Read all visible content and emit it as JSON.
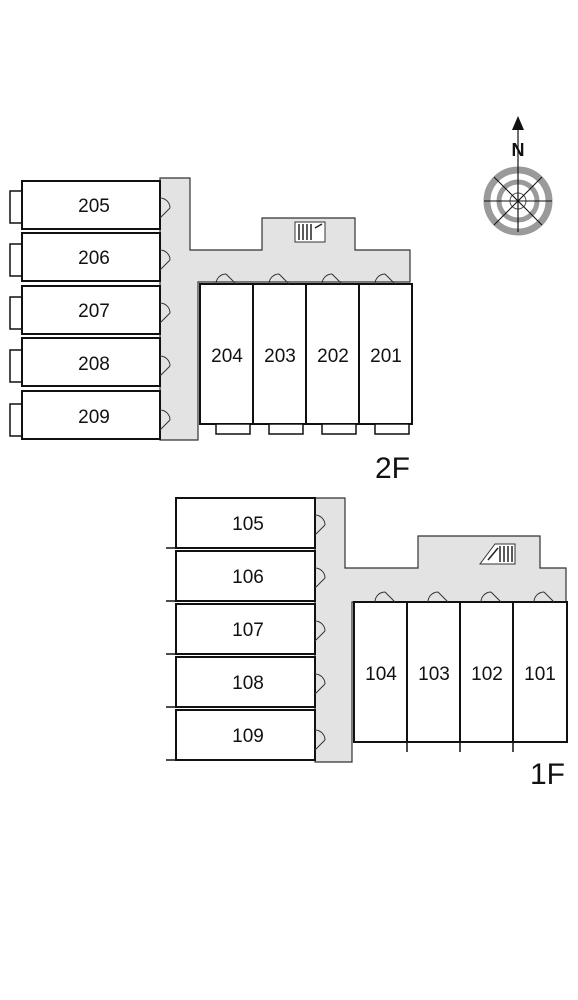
{
  "floors": [
    {
      "label": "2F",
      "west_units": [
        "205",
        "206",
        "207",
        "208",
        "209"
      ],
      "east_units": [
        "204",
        "203",
        "202",
        "201"
      ]
    },
    {
      "label": "1F",
      "west_units": [
        "105",
        "106",
        "107",
        "108",
        "109"
      ],
      "east_units": [
        "104",
        "103",
        "102",
        "101"
      ]
    }
  ],
  "compass": {
    "label": "N",
    "icon": "north-compass-icon"
  },
  "stairs": {
    "icon": "staircase-icon"
  },
  "colors": {
    "corridor": "#e3e3e3",
    "line": "#111111",
    "compass_ring": "#9a9a9a"
  }
}
